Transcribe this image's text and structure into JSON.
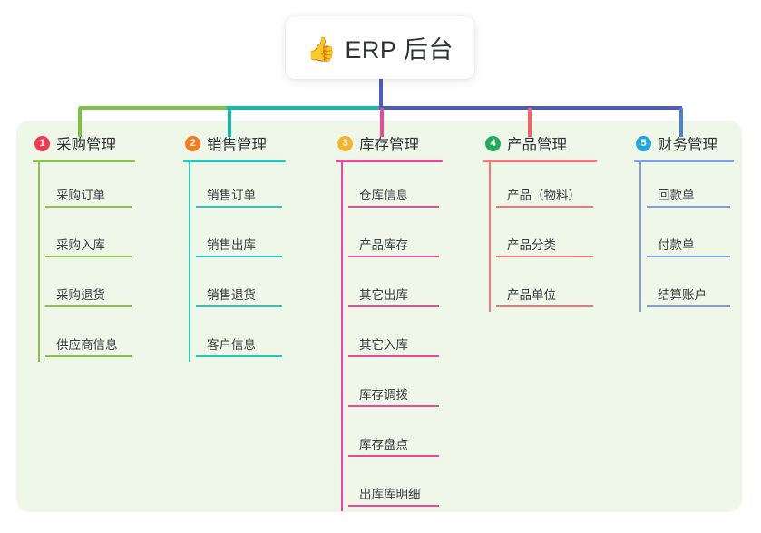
{
  "root": {
    "icon": "thumbs-up-icon",
    "icon_glyph": "👍",
    "title": "ERP 后台"
  },
  "panel": {
    "background_color": "#eff7e9"
  },
  "connectors": {
    "stem_color": "#4d5bc4",
    "bar_segments": [
      {
        "name": "green",
        "color": "#7dc242"
      },
      {
        "name": "teal",
        "color": "#0fbcae"
      },
      {
        "name": "indigo",
        "color": "#4d5bc4"
      }
    ],
    "stub_colors": [
      "#7dc242",
      "#0fbcae",
      "#ec4899",
      "#f4616a",
      "#4d7fe0"
    ]
  },
  "columns": [
    {
      "number": "1",
      "badge_color": "#ef3b52",
      "line_color": "#8cc152",
      "title": "采购管理",
      "leaf_width": 95,
      "items": [
        {
          "label": "采购订单"
        },
        {
          "label": "采购入库"
        },
        {
          "label": "采购退货"
        },
        {
          "label": "供应商信息"
        }
      ]
    },
    {
      "number": "2",
      "badge_color": "#f47b20",
      "line_color": "#26c6bb",
      "title": "销售管理",
      "leaf_width": 95,
      "items": [
        {
          "label": "销售订单"
        },
        {
          "label": "销售出库"
        },
        {
          "label": "销售退货"
        },
        {
          "label": "客户信息"
        }
      ]
    },
    {
      "number": "3",
      "badge_color": "#f7b32b",
      "line_color": "#ec4899",
      "title": "库存管理",
      "leaf_width": 100,
      "items": [
        {
          "label": "仓库信息"
        },
        {
          "label": "产品库存"
        },
        {
          "label": "其它出库"
        },
        {
          "label": "其它入库"
        },
        {
          "label": "库存调拨"
        },
        {
          "label": "库存盘点"
        },
        {
          "label": "出库库明细"
        }
      ]
    },
    {
      "number": "4",
      "badge_color": "#22ab5c",
      "line_color": "#f4757c",
      "title": "产品管理",
      "leaf_width": 107,
      "items": [
        {
          "label": "产品（物料）"
        },
        {
          "label": "产品分类"
        },
        {
          "label": "产品单位"
        }
      ]
    },
    {
      "number": "5",
      "badge_color": "#25a5e0",
      "line_color": "#7e9fe0",
      "title": "财务管理",
      "leaf_width": 92,
      "items": [
        {
          "label": "回款单"
        },
        {
          "label": "付款单"
        },
        {
          "label": "结算账户"
        }
      ]
    }
  ]
}
